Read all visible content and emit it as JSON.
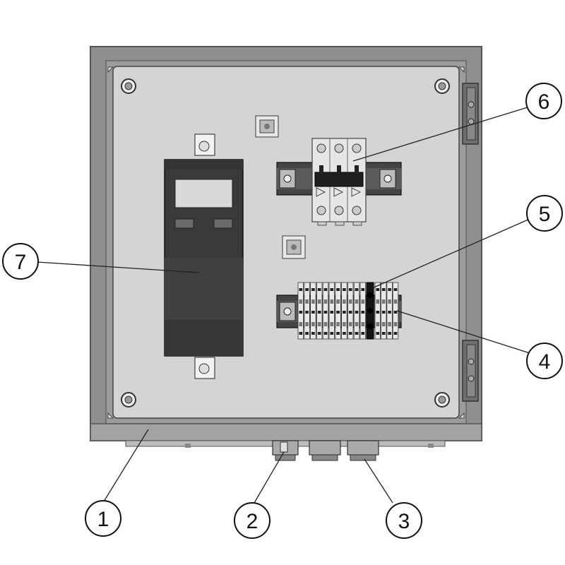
{
  "diagram": {
    "callouts": [
      {
        "id": "1",
        "label": "1"
      },
      {
        "id": "2",
        "label": "2"
      },
      {
        "id": "3",
        "label": "3"
      },
      {
        "id": "4",
        "label": "4"
      },
      {
        "id": "5",
        "label": "5"
      },
      {
        "id": "6",
        "label": "6"
      },
      {
        "id": "7",
        "label": "7"
      }
    ]
  },
  "colors": {
    "enclosure_frame": "#8f8f8f",
    "mounting_plate": "#d4d4d4",
    "drive_body": "#3a3a3a",
    "breaker_body": "#e6e6e6",
    "din_rail": "#444444",
    "terminal_block": "#e8e8e8"
  }
}
